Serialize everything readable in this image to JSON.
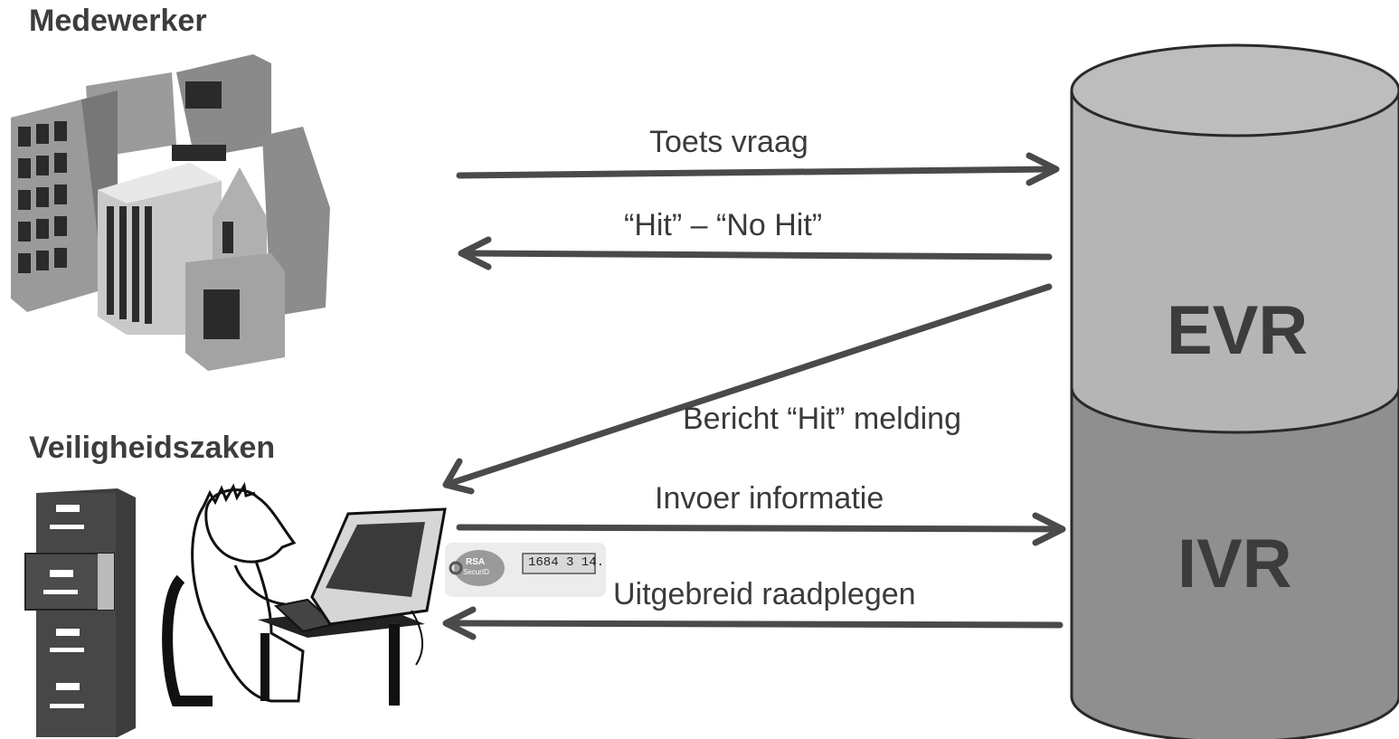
{
  "actors": {
    "medewerker": "Medewerker",
    "veiligheidszaken": "Veiligheidszaken"
  },
  "database": {
    "top": "EVR",
    "bottom": "IVR"
  },
  "messages": {
    "toets_vraag": "Toets vraag",
    "hit_no_hit": "“Hit” – “No Hit”",
    "bericht_hit": "Bericht “Hit” melding",
    "invoer": "Invoer informatie",
    "uitgebreid": "Uitgebreid raadplegen"
  },
  "token": {
    "brand": "RSA",
    "product": "SecurID",
    "display": "1684 3 14."
  },
  "colors": {
    "arrow": "#4a4a4a",
    "db_top": "#b5b5b5",
    "db_bottom": "#8f8f8f"
  },
  "icons": [
    "office-buildings-icon",
    "filing-cabinet-icon",
    "person-at-computer-icon",
    "rsa-token-icon",
    "database-cylinder-icon"
  ]
}
